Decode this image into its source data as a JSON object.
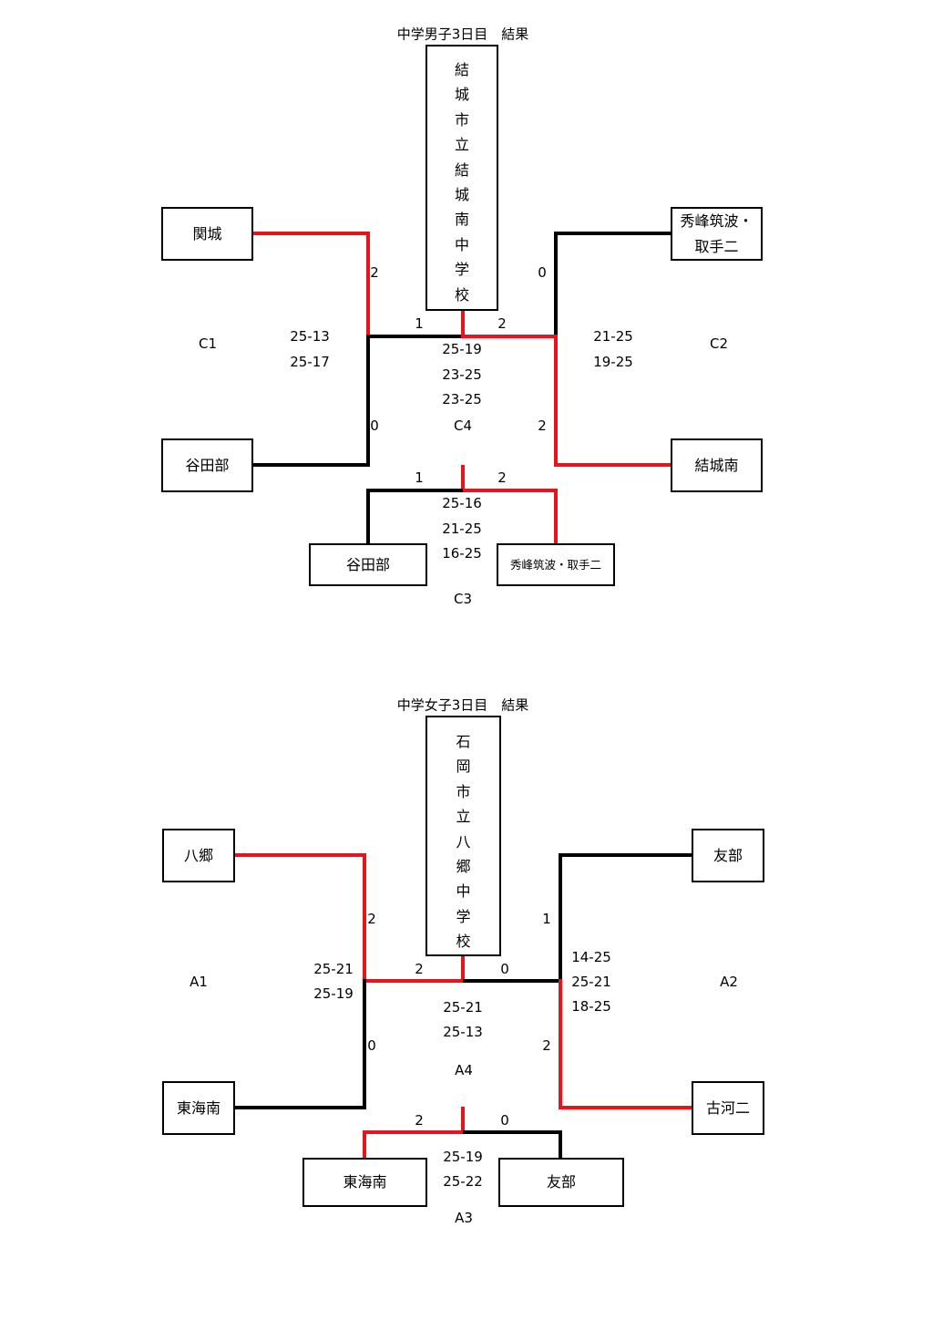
{
  "boys": {
    "title": "中学男子3日目　結果",
    "champion_chars": [
      "結",
      "城",
      "市",
      "立",
      "結",
      "城",
      "南",
      "中",
      "学",
      "校"
    ],
    "top_left_team": "関城",
    "top_right_team_line1": "秀峰筑波・",
    "top_right_team_line2": "取手二",
    "bottom_left_team": "谷田部",
    "bottom_right_team": "結城南",
    "third_left_team": "谷田部",
    "third_right_team": "秀峰筑波・取手二",
    "c1_label": "C1",
    "c2_label": "C2",
    "c3_label": "C3",
    "c4_label": "C4",
    "c1_top_score": "2",
    "c1_bottom_score": "0",
    "c1_sets": [
      "25-13",
      "25-17"
    ],
    "c2_top_score": "0",
    "c2_bottom_score": "2",
    "c2_sets": [
      "21-25",
      "19-25"
    ],
    "final_left_score": "1",
    "final_right_score": "2",
    "final_sets": [
      "25-19",
      "23-25",
      "23-25"
    ],
    "third_left_score": "1",
    "third_right_score": "2",
    "third_sets": [
      "25-16",
      "21-25",
      "16-25"
    ]
  },
  "girls": {
    "title": "中学女子3日目　結果",
    "champion_chars": [
      "石",
      "岡",
      "市",
      "立",
      "八",
      "郷",
      "中",
      "学",
      "校"
    ],
    "top_left_team": "八郷",
    "top_right_team": "友部",
    "bottom_left_team": "東海南",
    "bottom_right_team": "古河二",
    "third_left_team": "東海南",
    "third_right_team": "友部",
    "a1_label": "A1",
    "a2_label": "A2",
    "a3_label": "A3",
    "a4_label": "A4",
    "a1_top_score": "2",
    "a1_bottom_score": "0",
    "a1_sets": [
      "25-21",
      "25-19"
    ],
    "a2_top_score": "1",
    "a2_bottom_score": "2",
    "a2_sets": [
      "14-25",
      "25-21",
      "18-25"
    ],
    "final_left_score": "2",
    "final_right_score": "0",
    "final_sets": [
      "25-21",
      "25-13"
    ],
    "third_left_score": "2",
    "third_right_score": "0",
    "third_sets": [
      "25-19",
      "25-22"
    ]
  },
  "colors": {
    "winner_line": "#e8141b",
    "loser_line": "#000000"
  }
}
